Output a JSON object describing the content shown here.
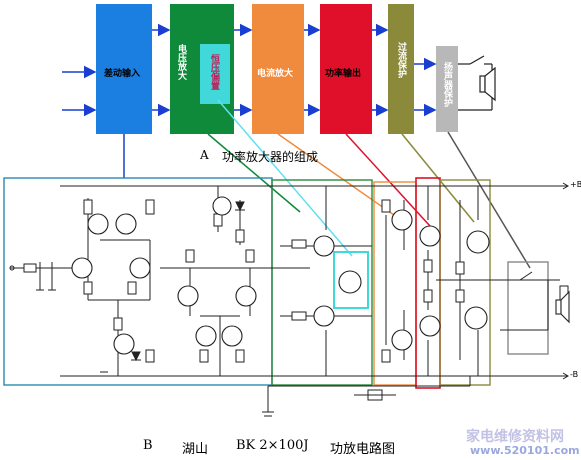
{
  "blocks": {
    "input": "差动输入",
    "voltage_amp": "电压放大",
    "bias": "恒压偏置",
    "current_amp": "电流放大",
    "power_out": "功率输出",
    "overcurrent": "过流保护",
    "speaker_prot": "扬声器保护"
  },
  "captions": {
    "a_letter": "A",
    "a_text": "功率放大器的组成",
    "b_letter": "B",
    "b_brand": "湖山",
    "b_model": "BK 2×100J",
    "b_text": "功放电路图"
  },
  "rails": {
    "pos": "+B",
    "neg": "-B"
  },
  "watermark": {
    "cn": "家电维修资料网",
    "url": "www.520101.com"
  },
  "colors": {
    "input": "#1a7fe0",
    "voltage_amp": "#0f8a3a",
    "bias": "#40d8d8",
    "current_amp": "#f08a3c",
    "power_out": "#e0102a",
    "overcurrent": "#8a8a3a",
    "speaker_prot": "#b8b8b8"
  }
}
